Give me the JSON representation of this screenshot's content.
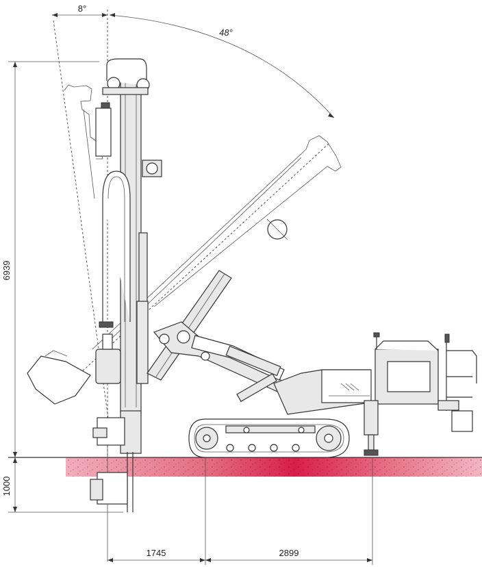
{
  "angles": {
    "tilt_back": "8°",
    "boom_swing": "48°"
  },
  "dimensions": {
    "total_height": "6939",
    "below_ground": "1000",
    "front_reach": "1745",
    "track_to_outrigger": "2899"
  },
  "colors": {
    "ground_light": "#f4b3bd",
    "ground_mid": "#e86f84",
    "ground_dark": "#d41f4a",
    "line": "#333333",
    "machine_fill": "#e8e8e8"
  }
}
